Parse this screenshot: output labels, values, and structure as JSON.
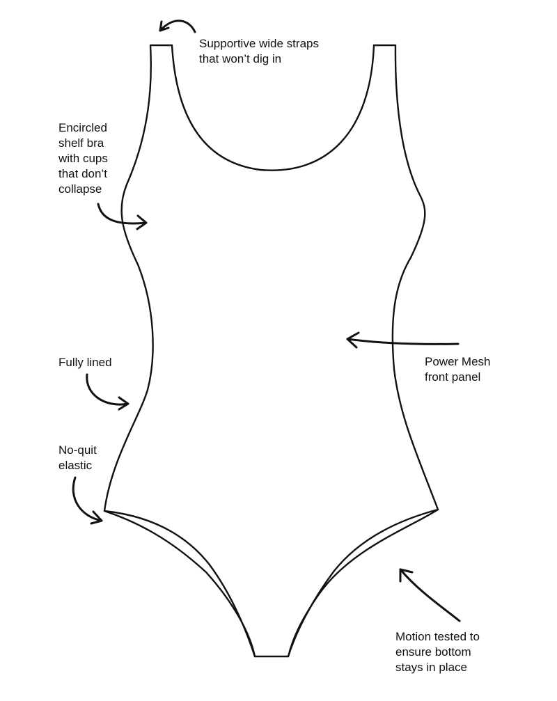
{
  "diagram": {
    "callouts": [
      {
        "id": "straps",
        "lines": [
          "Supportive wide straps",
          "that won’t dig in"
        ]
      },
      {
        "id": "bra",
        "lines": [
          "Encircled",
          "shelf bra",
          "with cups",
          "that don’t",
          "collapse"
        ]
      },
      {
        "id": "lined",
        "lines": [
          "Fully lined"
        ]
      },
      {
        "id": "elastic",
        "lines": [
          "No-quit",
          "elastic"
        ]
      },
      {
        "id": "mesh",
        "lines": [
          "Power Mesh",
          "front panel"
        ]
      },
      {
        "id": "motion",
        "lines": [
          "Motion tested to",
          "ensure bottom",
          "stays in place"
        ]
      }
    ],
    "colors": {
      "line": "#111111",
      "background": "#ffffff"
    }
  }
}
